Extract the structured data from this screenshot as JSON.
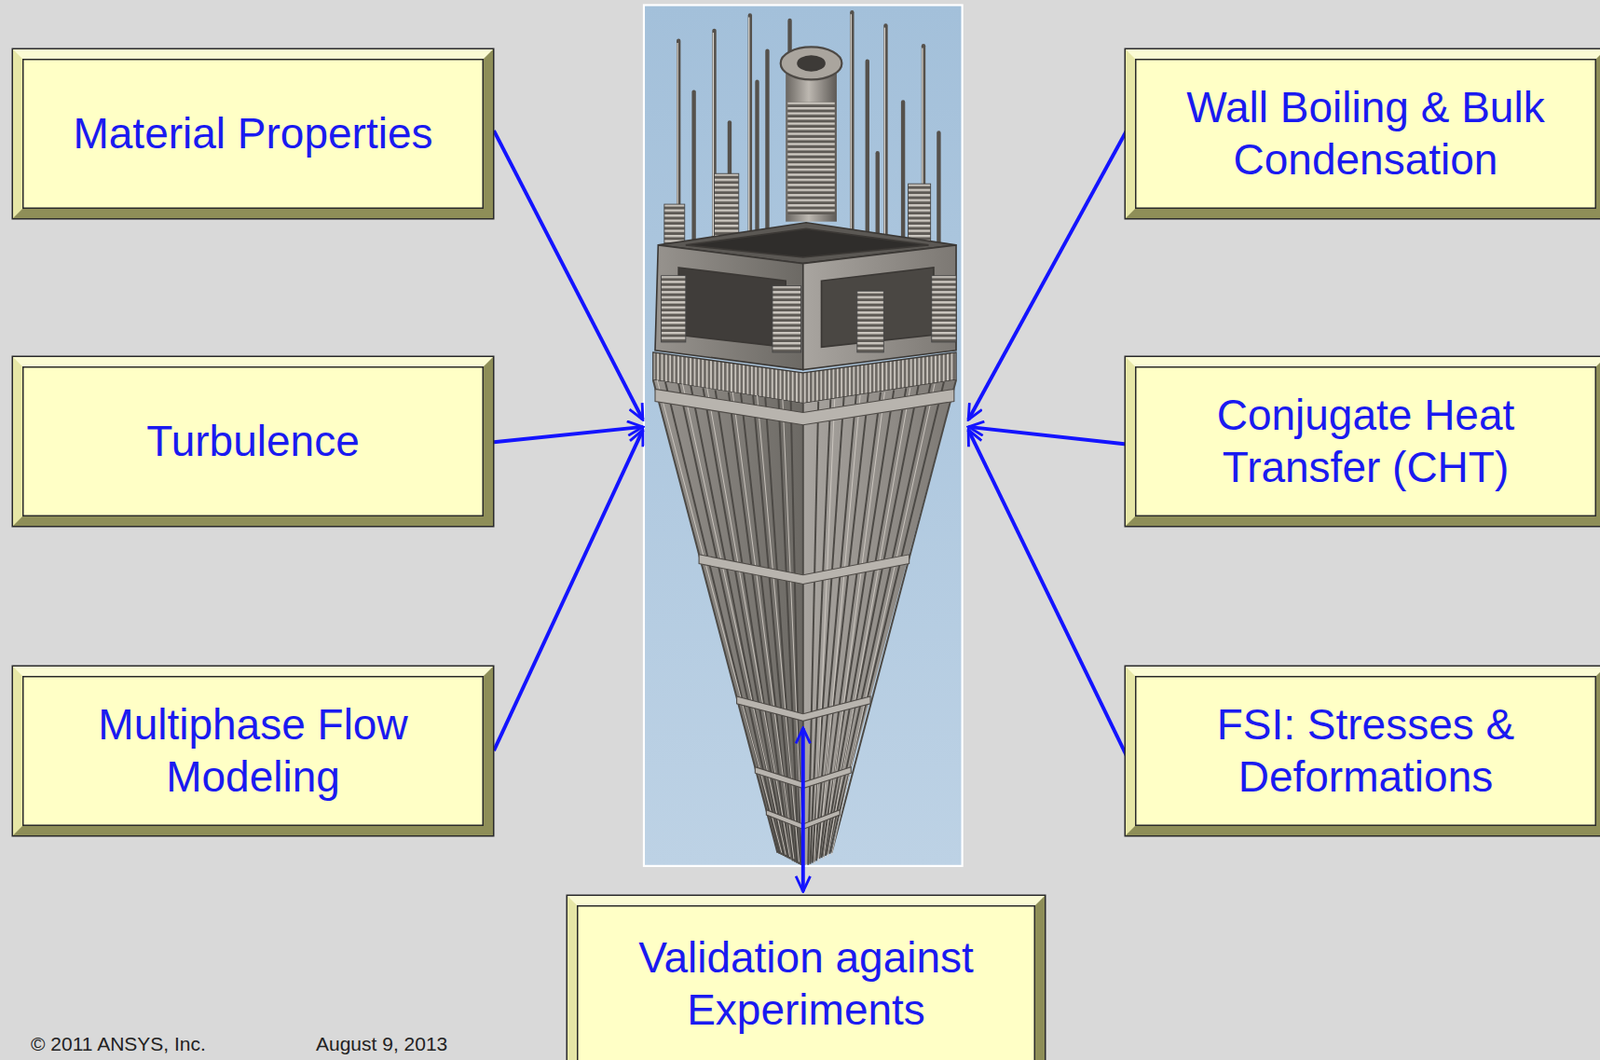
{
  "diagram": {
    "nodes": [
      {
        "text": [
          "Material Properties"
        ]
      },
      {
        "text": [
          "Wall Boiling & Bulk Condensation"
        ]
      },
      {
        "text": [
          "Turbulence"
        ]
      },
      {
        "text": [
          "Conjugate Heat Transfer (CHT)"
        ]
      },
      {
        "text": [
          "Multiphase Flow Modeling"
        ]
      },
      {
        "text": [
          "FSI: Stresses & Deformations"
        ]
      },
      {
        "text": [
          "Validation against Experiments"
        ]
      }
    ],
    "labels": [
      "© 2011 ANSYS, Inc.",
      "August 9, 2013"
    ]
  }
}
